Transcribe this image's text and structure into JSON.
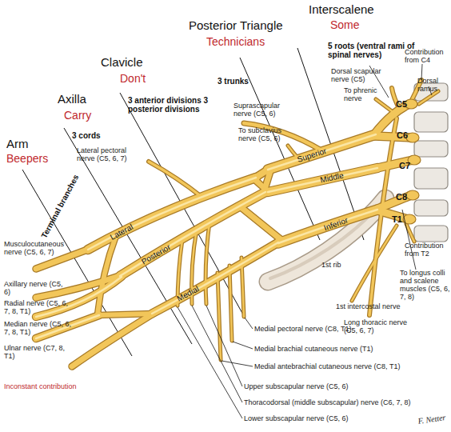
{
  "diagram": {
    "labels": [
      "Interscalene",
      "Some",
      "Posterior Triangle",
      "Technicians",
      "Clavicle",
      "Don't",
      "Axilla",
      "Carry",
      "Arm",
      "Beepers",
      "5 roots (ventral rami of spinal nerves)",
      "3 trunks",
      "3 anterior divisions 3 posterior divisions",
      "3 cords",
      "Terminal branches",
      "Contribution from C4",
      "Dorsal ramus",
      "Dorsal scapular nerve (C5)",
      "To phrenic nerve",
      "Suprascapular nerve (C5, 6)",
      "To subclavius nerve (C5, 6)",
      "C5",
      "C6",
      "C7",
      "C8",
      "T1",
      "Superior",
      "Middle",
      "Inferior",
      "Lateral pectoral nerve (C5, 6, 7)",
      "Lateral",
      "Posterior",
      "Medial",
      "Musculocutaneous nerve (C5, 6, 7)",
      "Axillary nerve (C5, 6)",
      "Radial nerve (C5, 6, 7, 8, T1)",
      "Median nerve (C5, 6, 7, 8, T1)",
      "Ulnar nerve (C7, 8, T1)",
      "Inconstant contribution",
      "1st rib",
      "Contribution from T2",
      "To longus colli and scalene muscles (C5, 6, 7, 8)",
      "1st intercostal nerve",
      "Long thoracic nerve (C5, 6, 7)",
      "Medial pectoral nerve (C8, T1)",
      "Medial brachial cutaneous nerve (T1)",
      "Medial antebrachial cutaneous nerve (C8, T1)",
      "Upper subscapular nerve (C5, 6)",
      "Thoracodorsal (middle subscapular) nerve (C6, 7, 8)",
      "Lower subscapular nerve (C5, 6)",
      "F. Netter"
    ]
  }
}
